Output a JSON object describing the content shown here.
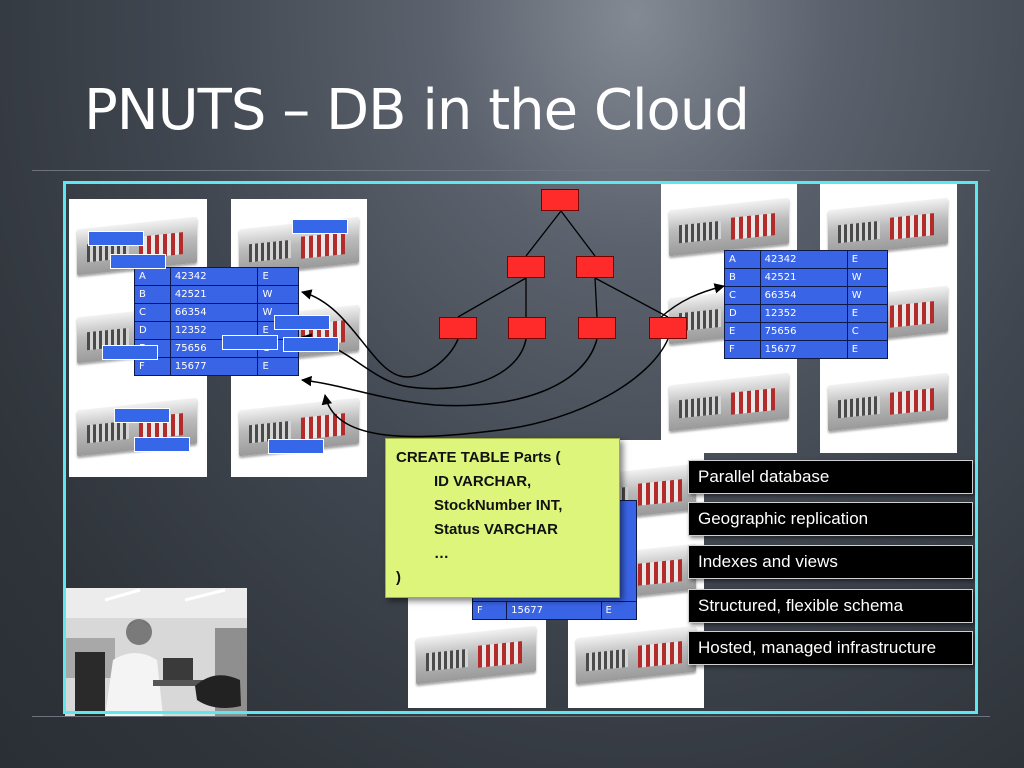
{
  "slide": {
    "title": "PNUTS – DB in the Cloud"
  },
  "tables": {
    "left": [
      [
        "A",
        "42342",
        "E"
      ],
      [
        "B",
        "42521",
        "W"
      ],
      [
        "C",
        "66354",
        "W"
      ],
      [
        "D",
        "12352",
        "E"
      ],
      [
        "E",
        "75656",
        "C"
      ],
      [
        "F",
        "15677",
        "E"
      ]
    ],
    "right": [
      [
        "A",
        "42342",
        "E"
      ],
      [
        "B",
        "42521",
        "W"
      ],
      [
        "C",
        "66354",
        "W"
      ],
      [
        "D",
        "12352",
        "E"
      ],
      [
        "E",
        "75656",
        "C"
      ],
      [
        "F",
        "15677",
        "E"
      ]
    ],
    "bottom_row": [
      "F",
      "15677",
      "E"
    ]
  },
  "sql": {
    "line1": "CREATE TABLE Parts (",
    "line2": "ID VARCHAR,",
    "line3": "StockNumber INT,",
    "line4": "Status VARCHAR",
    "line5": "…",
    "line6": ")"
  },
  "features": [
    "Parallel database",
    "Geographic replication",
    "Indexes and views",
    "Structured, flexible schema",
    "Hosted, managed infrastructure"
  ],
  "colors": {
    "frame": "#5ce8ee",
    "table_blue": "#3a64e6",
    "node_red": "#ff2a2a",
    "note_green": "#dcf57a"
  }
}
